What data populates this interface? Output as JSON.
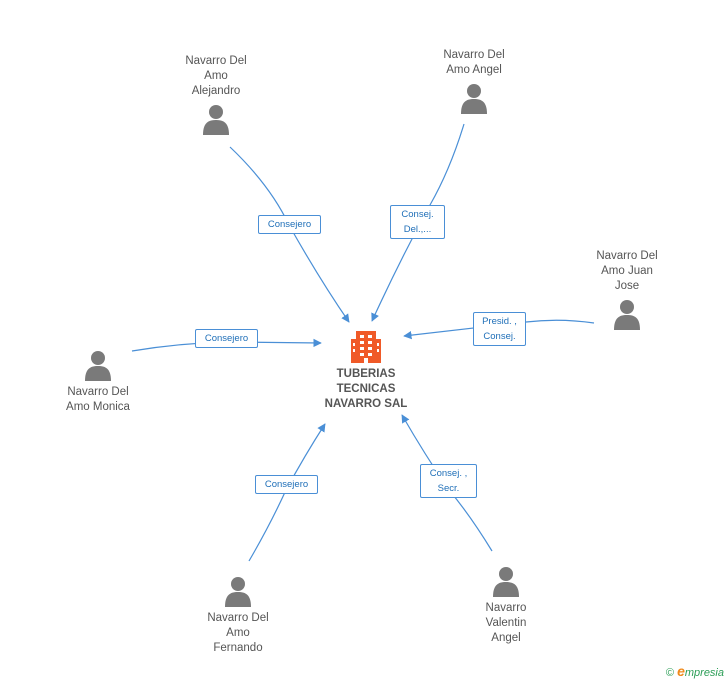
{
  "company": {
    "name_lines": [
      "TUBERIAS",
      "TECNICAS",
      "NAVARRO SAL"
    ],
    "icon": "building-icon",
    "color": "#f05a28"
  },
  "people": [
    {
      "id": "alejandro",
      "name_lines": [
        "Navarro Del",
        "Amo",
        "Alejandro"
      ],
      "icon": "person-icon"
    },
    {
      "id": "angel",
      "name_lines": [
        "Navarro Del",
        "Amo Angel"
      ],
      "icon": "person-icon"
    },
    {
      "id": "juan-jose",
      "name_lines": [
        "Navarro Del",
        "Amo Juan",
        "Jose"
      ],
      "icon": "person-icon"
    },
    {
      "id": "monica",
      "name_lines": [
        "Navarro Del",
        "Amo Monica"
      ],
      "icon": "person-icon"
    },
    {
      "id": "fernando",
      "name_lines": [
        "Navarro Del",
        "Amo",
        "Fernando"
      ],
      "icon": "person-icon"
    },
    {
      "id": "valentin",
      "name_lines": [
        "Navarro",
        "Valentin",
        "Angel"
      ],
      "icon": "person-icon"
    }
  ],
  "roles": [
    {
      "id": "alejandro",
      "lines": [
        "Consejero"
      ]
    },
    {
      "id": "angel",
      "lines": [
        "Consej.",
        "Del.,..."
      ]
    },
    {
      "id": "juan-jose",
      "lines": [
        "Presid. ,",
        "Consej."
      ]
    },
    {
      "id": "monica",
      "lines": [
        "Consejero"
      ]
    },
    {
      "id": "fernando",
      "lines": [
        "Consejero"
      ]
    },
    {
      "id": "valentin",
      "lines": [
        "Consej. ,",
        "Secr."
      ]
    }
  ],
  "colors": {
    "edge": "#4a8fd6",
    "person": "#7a7a7a",
    "label_text": "#1f6fb8"
  },
  "footer": {
    "copyright": "©",
    "brand_initial": "e",
    "brand_rest": "mpresia"
  }
}
